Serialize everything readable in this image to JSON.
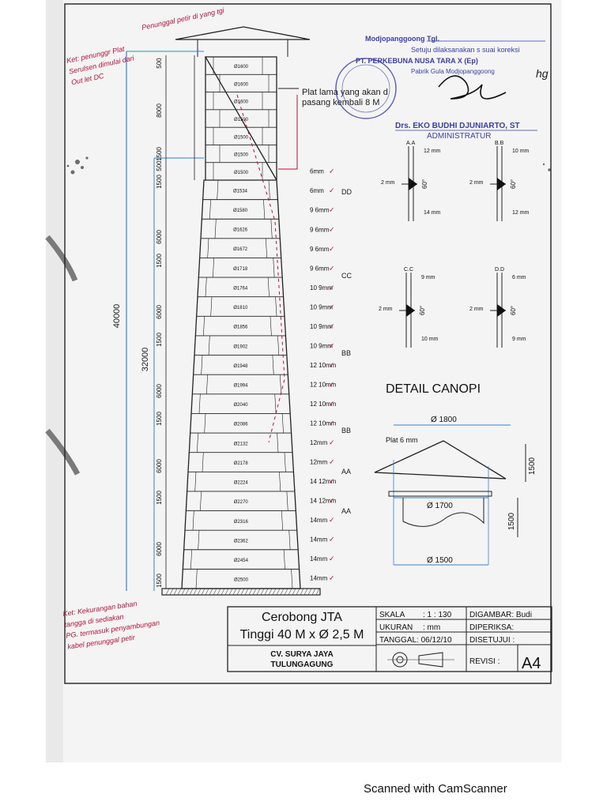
{
  "stamp": {
    "header": "Modjopanggoong Tgl.",
    "line1": "Setuju dilaksanakan s suai koreksi",
    "line2": "PT. PERKEBUNA NUSA TARA X (Ep)",
    "line3": "Pabrik Gula Modjopanggoong",
    "name": "Drs. EKO BUDHI DJUNIARTO, ST",
    "role": "ADMINISTRATUR"
  },
  "chimney": {
    "diameters": [
      "Ø1600",
      "Ø1600",
      "Ø1600",
      "Ø1500",
      "Ø1500",
      "Ø1500",
      "Ø1500",
      "Ø1534",
      "Ø1580",
      "Ø1626",
      "Ø1672",
      "Ø1718",
      "Ø1764",
      "Ø1810",
      "Ø1856",
      "Ø1902",
      "Ø1948",
      "Ø1994",
      "Ø2040",
      "Ø2086",
      "Ø2132",
      "Ø2178",
      "Ø2224",
      "Ø2270",
      "Ø2316",
      "Ø2362",
      "Ø2454",
      "Ø2500"
    ],
    "thickness": [
      "6mm",
      "6mm",
      "9 6mm",
      "9 6mm",
      "9 6mm",
      "9 6mm",
      "10 9mm",
      "10 9mm",
      "10 9mm",
      "10 9mm",
      "12 10mm",
      "12 10mm",
      "12 10mm",
      "12 10mm",
      "12mm",
      "12mm",
      "14 12mm",
      "14 12mm",
      "14mm",
      "14mm",
      "14mm",
      "14mm"
    ],
    "section_marks": [
      "DD",
      "CC",
      "BB",
      "BB",
      "AA",
      "AA"
    ],
    "plate_note": "Plat lama yang akan di pasang kembali 8 M",
    "dims_inner": [
      "500",
      "8000",
      "1500",
      "500",
      "1500",
      "6000",
      "1500",
      "6000",
      "1500",
      "6000",
      "1500",
      "6000",
      "1500",
      "6000",
      "1500"
    ],
    "dim_total": "40000",
    "dim_32000": "32000"
  },
  "sections": {
    "aa": {
      "label": "A.A",
      "top": "12 mm",
      "mid": "2 mm",
      "bot": "14 mm",
      "angle": "60°"
    },
    "bb": {
      "label": "B.B",
      "top": "10 mm",
      "mid": "2 mm",
      "bot": "12 mm",
      "angle": "60°"
    },
    "cc": {
      "label": "C.C",
      "top": "9 mm",
      "mid": "2 mm",
      "bot": "10 mm",
      "angle": "60°"
    },
    "dd": {
      "label": "D.D",
      "top": "6 mm",
      "mid": "2 mm",
      "bot": "9 mm",
      "angle": "60°"
    }
  },
  "canopy": {
    "title": "DETAIL CANOPI",
    "d_top": "Ø 1800",
    "plate": "Plat 6 mm",
    "h1": "1500",
    "d_mid": "Ø 1700",
    "h2": "1500",
    "d_bot": "Ø 1500"
  },
  "title_block": {
    "title1": "Cerobong JTA",
    "title2": "Tinggi 40 M x Ø 2,5 M",
    "company": "CV. SURYA JAYA",
    "city": "TULUNGAGUNG",
    "skala_label": "SKALA",
    "skala": ": 1 : 130",
    "ukuran_label": "UKURAN",
    "ukuran": ": mm",
    "tanggal": "TANGGAL: 06/12/10",
    "digambar": "DIGAMBAR: Budi",
    "diperiksa": "DIPERIKSA:",
    "disetujui": "DISETUJUI :",
    "revisi": "REVISI :",
    "sheet": "A4"
  },
  "handwriting": {
    "top": "Penunggal petir di yang tgi",
    "left1": "Ket: penunggr Plat Serulsen dimulai dari Out let DC",
    "bottom": "Ket: Kekurangan bahan tangga di sediakan PG. termasuk penyambungan kabel penunggal petir",
    "sign": "hg"
  },
  "footer": "Scanned with CamScanner",
  "colors": {
    "ink": "#1a1a1a",
    "blue": "#3a7fc8",
    "red": "#b0123c",
    "stamp": "#3b3fa0"
  }
}
